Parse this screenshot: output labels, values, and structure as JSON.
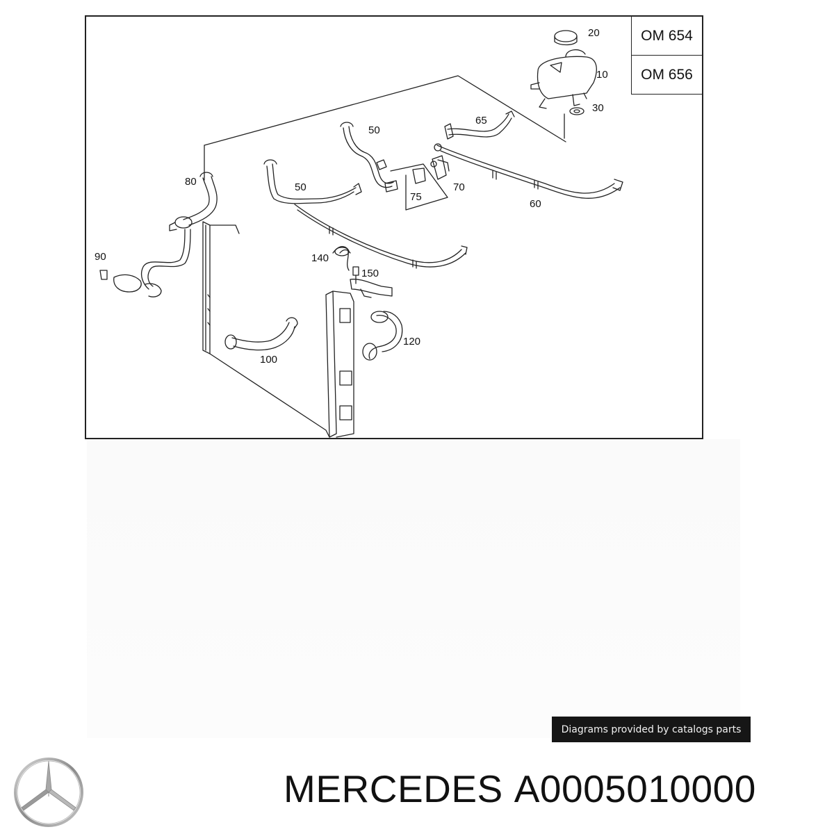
{
  "engine_variants": [
    "OM 654",
    "OM 656"
  ],
  "parts": {
    "p20": "20",
    "p10": "10",
    "p30": "30",
    "p65": "65",
    "p50a": "50",
    "p50b": "50",
    "p80": "80",
    "p70": "70",
    "p75": "75",
    "p60": "60",
    "p90": "90",
    "p140": "140",
    "p150": "150",
    "p120": "120",
    "p100": "100"
  },
  "credit": "Diagrams provided by catalogs parts",
  "brand": "MERCEDES",
  "part_number": "A0005010000",
  "colors": {
    "line": "#222222",
    "badge_bg": "#161616",
    "badge_text": "#f2f2f2",
    "logo": "#9a9a9a"
  }
}
